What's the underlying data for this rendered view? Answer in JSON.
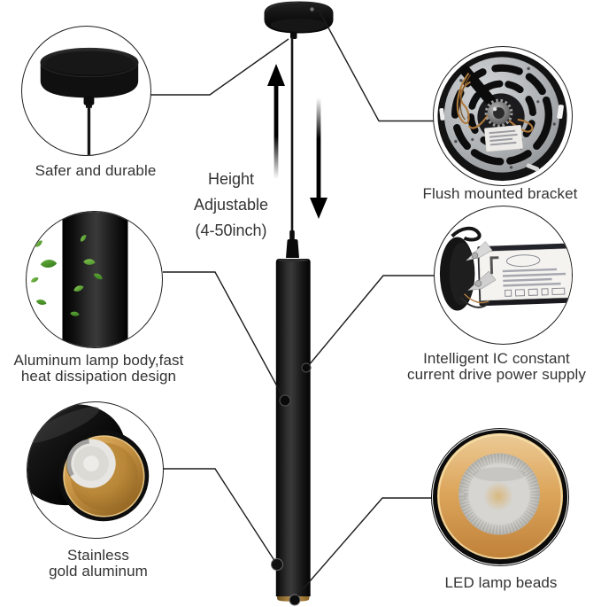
{
  "infographic": {
    "labels": {
      "canopy": "Safer and durable",
      "bracket": "Flush mounted bracket",
      "body_line1": "Aluminum lamp body,fast",
      "body_line2": "heat dissipation design",
      "driver_line1": "Intelligent IC constant",
      "driver_line2": "current drive power supply",
      "gold_line1": "Stainless",
      "gold_line2": "gold aluminum",
      "led": "LED lamp beads"
    },
    "height_note": {
      "line1": "Height",
      "line2": "Adjustable",
      "line3": "(4-50inch)"
    },
    "colors": {
      "text": "#333333",
      "callout_line": "#1c1c1c",
      "lamp_black": "#1b1b1b",
      "gold_accent": "#cf9c4a",
      "leaf_green": "#5fae35",
      "copper_wire": "#b07a3c",
      "bracket_metal": "#b9bcbf",
      "driver_label_bg": "#f4f3f0"
    }
  }
}
